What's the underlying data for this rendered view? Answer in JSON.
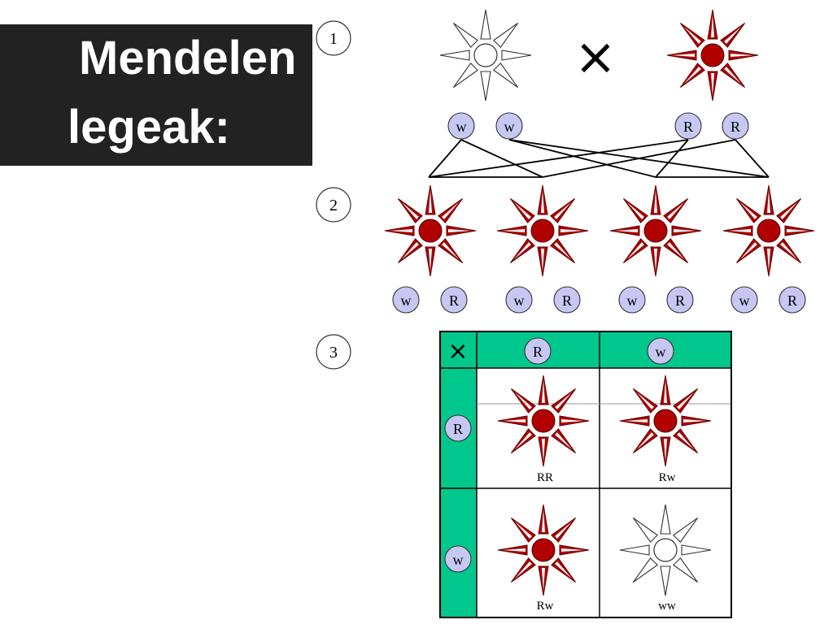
{
  "slide": {
    "title_line1": "Mendelen",
    "title_line2": "legeak:"
  },
  "diagram": {
    "step_labels": [
      "1",
      "2",
      "3"
    ],
    "cross_symbol": "×",
    "parents": {
      "left_alleles": [
        "w",
        "w"
      ],
      "right_alleles": [
        "R",
        "R"
      ]
    },
    "offspring_alleles": [
      [
        "w",
        "R"
      ],
      [
        "w",
        "R"
      ],
      [
        "w",
        "R"
      ],
      [
        "w",
        "R"
      ]
    ],
    "punnett": {
      "corner": "×",
      "column_headers": [
        "R",
        "w"
      ],
      "row_headers": [
        "R",
        "w"
      ],
      "cells": [
        "RR",
        "Rw",
        "Rw",
        "ww"
      ]
    },
    "colors": {
      "red_flower": "#b00000",
      "dark_red": "#7a0000",
      "allele_fill": "#c6c8f3",
      "punnett_header": "#00c88c",
      "title_bg": "#222222"
    }
  }
}
